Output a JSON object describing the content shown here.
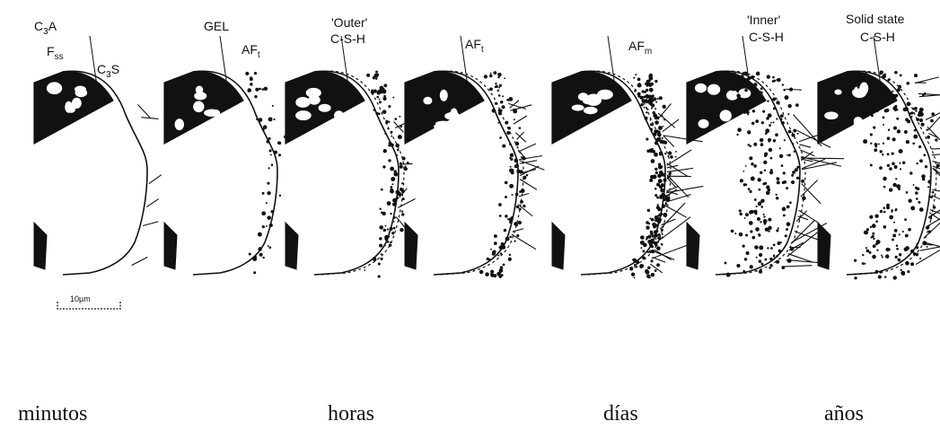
{
  "figure": {
    "panel_1": {
      "c3a": "C",
      "c3a_sub": "3",
      "c3a_tail": "A",
      "fss": "F",
      "fss_sub": "ss",
      "c3s": "C",
      "c3s_sub": "3",
      "c3s_tail": "S",
      "scale": "10µm"
    },
    "panel_2": {
      "gel": "GEL",
      "aft": "AF",
      "aft_sub": "t"
    },
    "panel_3": {
      "outer": "'Outer'",
      "csh": "C-S-H"
    },
    "panel_4": {
      "aft": "AF",
      "aft_sub": "t"
    },
    "panel_5": {
      "afm": "AF",
      "afm_sub": "m"
    },
    "panel_6": {
      "inner": "'Inner'",
      "csh": "C-S-H"
    },
    "panel_7": {
      "solid": "Solid state",
      "csh": "C-S-H"
    }
  },
  "time_labels": {
    "minutos": "minutos",
    "horas": "horas",
    "dias": "días",
    "anos": "años"
  },
  "colors": {
    "ink": "#111111",
    "background": "#ffffff"
  }
}
